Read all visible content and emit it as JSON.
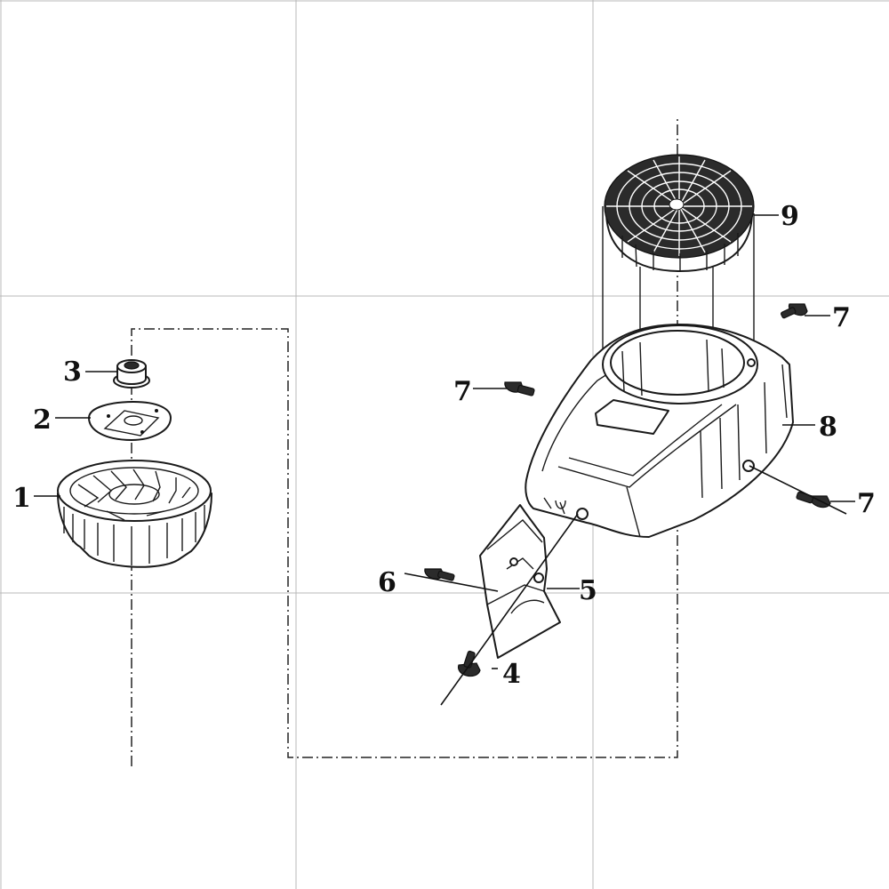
{
  "diagram": {
    "callouts": [
      {
        "id": "c1",
        "label": "1"
      },
      {
        "id": "c2",
        "label": "2"
      },
      {
        "id": "c3",
        "label": "3"
      },
      {
        "id": "c4",
        "label": "4"
      },
      {
        "id": "c5",
        "label": "5"
      },
      {
        "id": "c6",
        "label": "6"
      },
      {
        "id": "c7a",
        "label": "7"
      },
      {
        "id": "c7b",
        "label": "7"
      },
      {
        "id": "c7c",
        "label": "7"
      },
      {
        "id": "c8",
        "label": "8"
      },
      {
        "id": "c9",
        "label": "9"
      }
    ],
    "parts": [
      {
        "callout": "1",
        "icon": "flywheel-fan-icon"
      },
      {
        "callout": "2",
        "icon": "flywheel-washer-icon"
      },
      {
        "callout": "3",
        "icon": "flange-nut-icon"
      },
      {
        "callout": "4",
        "icon": "flange-bolt-icon"
      },
      {
        "callout": "5",
        "icon": "air-guide-bracket-icon"
      },
      {
        "callout": "6",
        "icon": "flange-bolt-icon"
      },
      {
        "callout": "7",
        "icon": "flange-bolt-icon"
      },
      {
        "callout": "8",
        "icon": "fan-shroud-cover-icon"
      },
      {
        "callout": "9",
        "icon": "fan-screen-grille-icon"
      }
    ],
    "colors": {
      "line": "#1a1a1a",
      "grid": "#b8b8b8",
      "background": "#ffffff"
    }
  }
}
